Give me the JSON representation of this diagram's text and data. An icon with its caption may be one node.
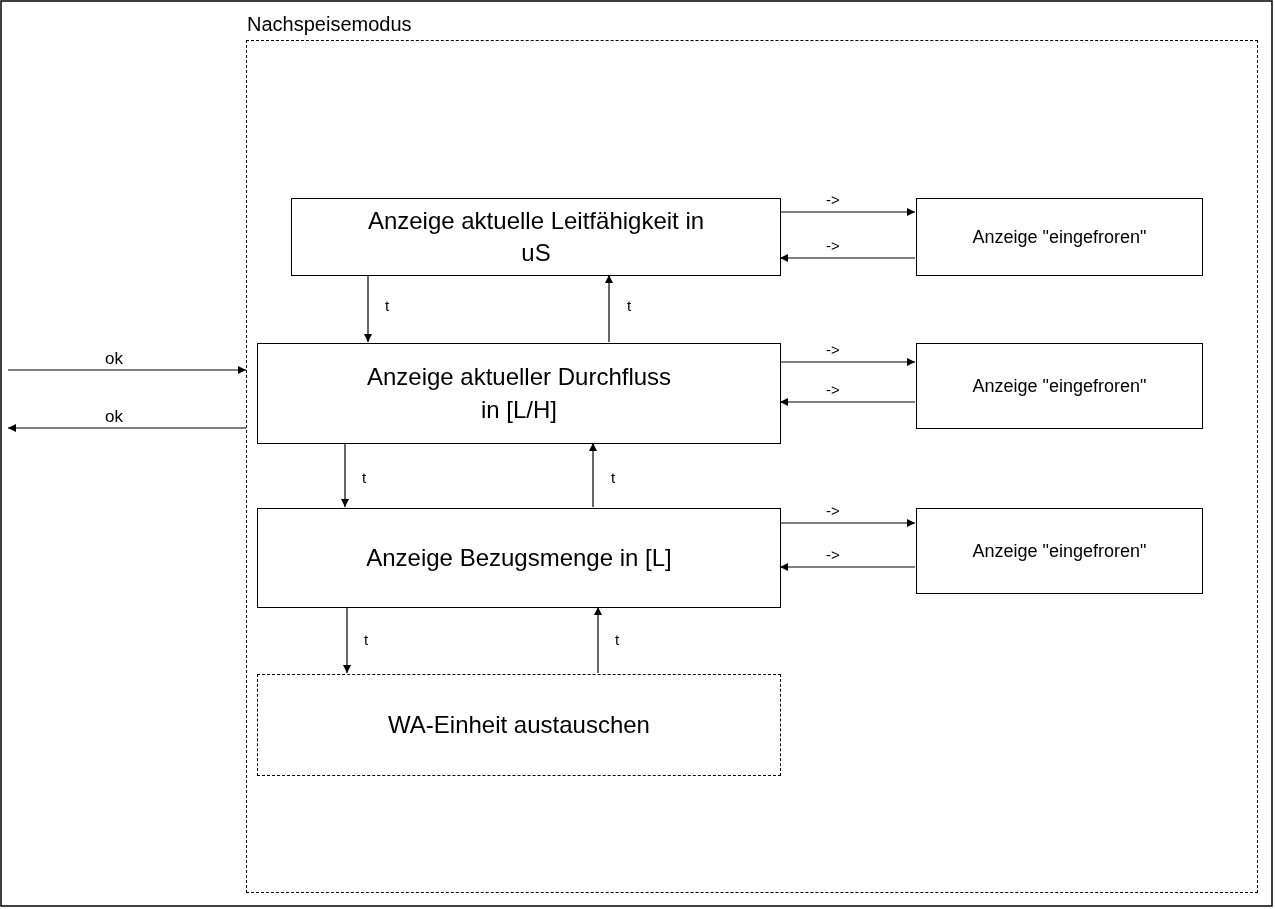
{
  "diagram": {
    "nodes": [
      {
        "text": [
          "Nachspeisemodus"
        ]
      },
      {
        "text": [
          "Anzeige aktuelle Leitfähigkeit in uS"
        ],
        "in": 0
      },
      {
        "text": [
          "Anzeige \"eingefroren\""
        ],
        "in": 0
      },
      {
        "text": [
          "Anzeige aktueller Durchfluss in [L/H]"
        ],
        "in": 0
      },
      {
        "text": [
          "Anzeige \"eingefroren\""
        ],
        "in": 0
      },
      {
        "text": [
          "Anzeige Bezugsmenge in [L]"
        ],
        "in": 0
      },
      {
        "text": [
          "Anzeige \"eingefroren\""
        ],
        "in": 0
      },
      {
        "text": [
          "WA-Einheit austauschen"
        ],
        "in": 0
      }
    ],
    "edges": [
      {
        "from": null,
        "to": 0,
        "arrow": "to",
        "label": "ok"
      },
      {
        "from": 0,
        "to": null,
        "arrow": "to",
        "label": "ok"
      },
      {
        "from": 1,
        "to": 2,
        "arrow": "to",
        "label": "->"
      },
      {
        "from": 2,
        "to": 1,
        "arrow": "to",
        "label": "->"
      },
      {
        "from": 1,
        "to": 3,
        "arrow": "to",
        "label": "t"
      },
      {
        "from": 3,
        "to": 1,
        "arrow": "to",
        "label": "t"
      },
      {
        "from": 3,
        "to": 4,
        "arrow": "to",
        "label": "->"
      },
      {
        "from": 4,
        "to": 3,
        "arrow": "to",
        "label": "->"
      },
      {
        "from": 3,
        "to": 5,
        "arrow": "to",
        "label": "t"
      },
      {
        "from": 5,
        "to": 3,
        "arrow": "to",
        "label": "t"
      },
      {
        "from": 5,
        "to": 6,
        "arrow": "to",
        "label": "->"
      },
      {
        "from": 6,
        "to": 5,
        "arrow": "to",
        "label": "->"
      },
      {
        "from": 5,
        "to": 7,
        "arrow": "to",
        "label": "t"
      },
      {
        "from": 7,
        "to": 5,
        "arrow": "to",
        "label": "t"
      }
    ]
  }
}
